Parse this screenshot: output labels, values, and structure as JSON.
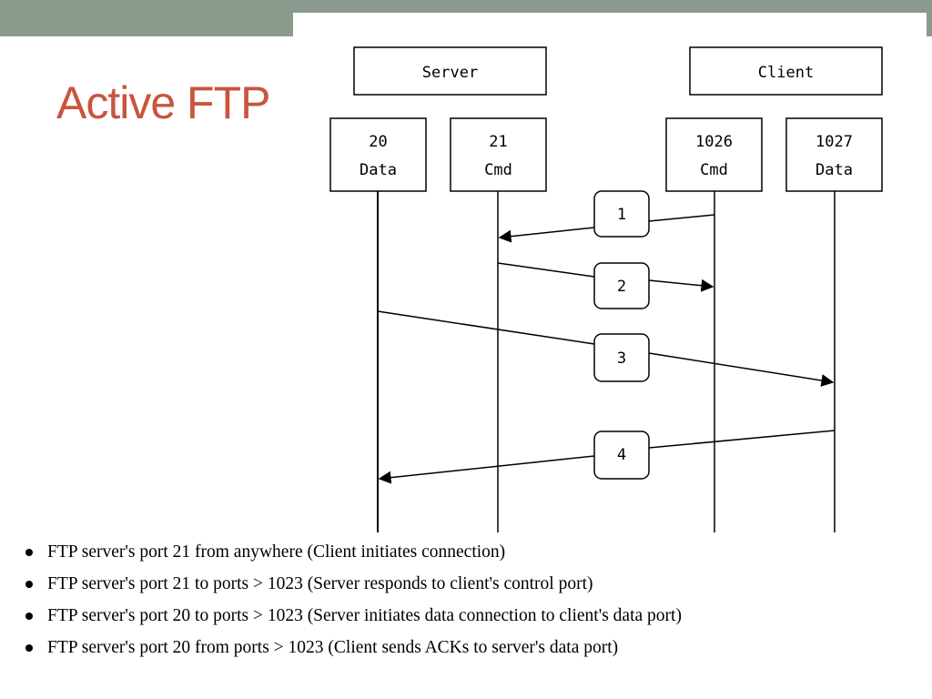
{
  "title": "Active FTP",
  "colors": {
    "title": "#c8553d",
    "band": "#8a9b8e"
  },
  "diagram": {
    "groups": [
      "Server",
      "Client"
    ],
    "ports": [
      {
        "number": "20",
        "label": "Data"
      },
      {
        "number": "21",
        "label": "Cmd"
      },
      {
        "number": "1026",
        "label": "Cmd"
      },
      {
        "number": "1027",
        "label": "Data"
      }
    ],
    "steps": [
      "1",
      "2",
      "3",
      "4"
    ]
  },
  "bullets": [
    "FTP server's port 21 from anywhere (Client initiates connection)",
    "FTP server's port 21 to ports > 1023 (Server responds to client's control port)",
    "FTP server's port 20 to ports > 1023 (Server initiates data connection to client's data port)",
    "FTP server's port 20 from ports > 1023 (Client sends ACKs to server's data port)"
  ]
}
